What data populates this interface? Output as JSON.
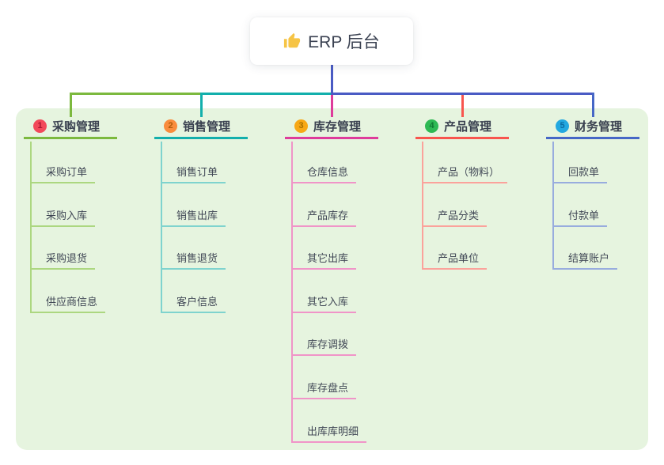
{
  "root": {
    "title": "ERP 后台",
    "icon": "thumbs-up-icon"
  },
  "connectors": {
    "root_drop_color": "#4A5BC4",
    "bus_left_color": "#7CB93E",
    "bus_mid_color": "#13AFAC",
    "bus_right_color": "#4A5BC4",
    "drop_colors": [
      "#7CB93E",
      "#13AFAC",
      "#DE3C9B",
      "#F8554E",
      "#4667C6"
    ]
  },
  "panel_color": "#E6F4DF",
  "branches": [
    {
      "badge": "1",
      "label": "采购管理",
      "badge_color": "#F2495A",
      "badge_num_color": "#A81330",
      "line_color": "#7CB93E",
      "child_line_color": "#ACD780",
      "children": [
        "采购订单",
        "采购入库",
        "采购退货",
        "供应商信息"
      ]
    },
    {
      "badge": "2",
      "label": "销售管理",
      "badge_color": "#F98C3D",
      "badge_num_color": "#B05A0A",
      "line_color": "#13AFAC",
      "child_line_color": "#7FD3CE",
      "children": [
        "销售订单",
        "销售出库",
        "销售退货",
        "客户信息"
      ]
    },
    {
      "badge": "3",
      "label": "库存管理",
      "badge_color": "#F7A816",
      "badge_num_color": "#A87000",
      "line_color": "#DE3C9B",
      "child_line_color": "#F094C8",
      "children": [
        "仓库信息",
        "产品库存",
        "其它出库",
        "其它入库",
        "库存调拨",
        "库存盘点",
        "出库库明细"
      ]
    },
    {
      "badge": "4",
      "label": "产品管理",
      "badge_color": "#2EB954",
      "badge_num_color": "#0F7A32",
      "line_color": "#F8554E",
      "child_line_color": "#FBA29B",
      "children": [
        "产品（物料）",
        "产品分类",
        "产品单位"
      ]
    },
    {
      "badge": "5",
      "label": "财务管理",
      "badge_color": "#23A8E0",
      "badge_num_color": "#0A6CA3",
      "line_color": "#4667C6",
      "child_line_color": "#98ACDE",
      "children": [
        "回款单",
        "付款单",
        "结算账户"
      ]
    }
  ]
}
